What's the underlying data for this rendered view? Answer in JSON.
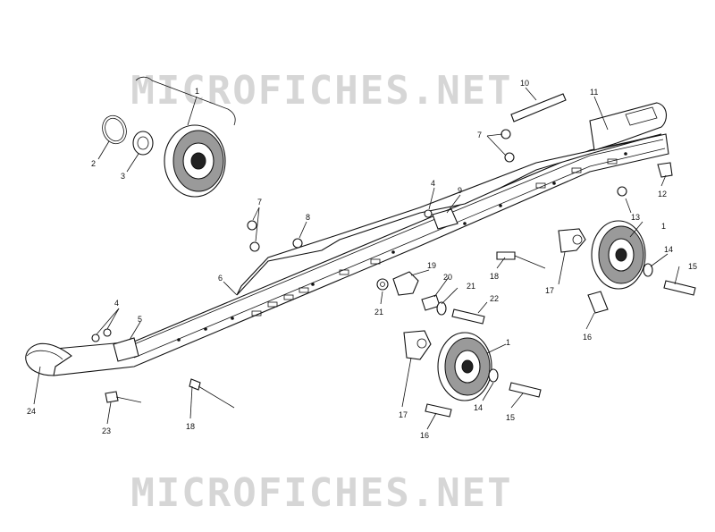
{
  "watermark": "MICROFICHES.NET",
  "callouts": [
    "1",
    "2",
    "3",
    "4",
    "5",
    "6",
    "7",
    "8",
    "9",
    "10",
    "11",
    "12",
    "13",
    "14",
    "15",
    "16",
    "17",
    "18",
    "19",
    "20",
    "21",
    "22",
    "23",
    "24"
  ]
}
